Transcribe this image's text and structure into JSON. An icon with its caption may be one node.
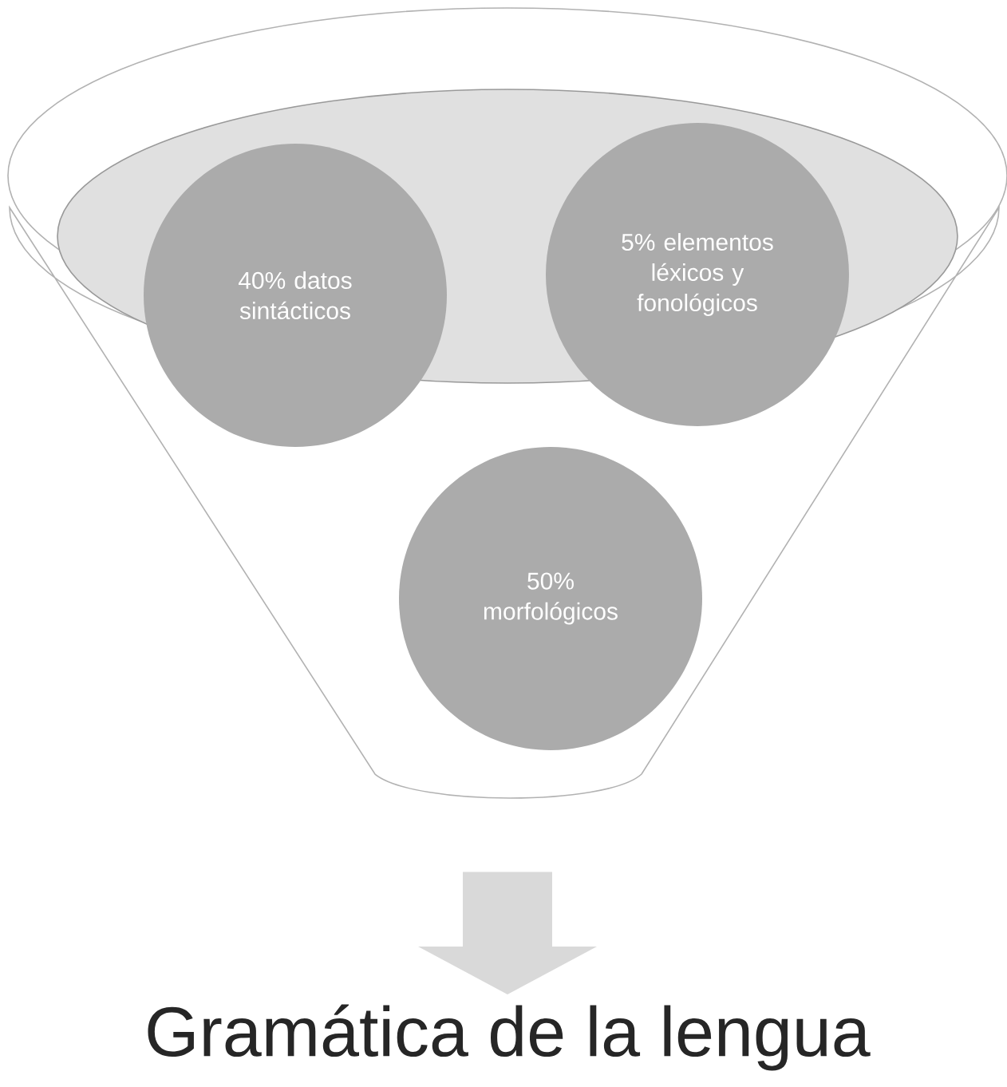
{
  "diagram": {
    "nodes": [
      {
        "text": [],
        "shape": "funnel"
      },
      {
        "text": [
          "40% datos sintácticos"
        ]
      },
      {
        "text": [
          "5% elementos léxicos y fonológicos"
        ]
      },
      {
        "text": [
          "50% morfológicos"
        ],
        "in": 0
      },
      {
        "text": [
          "Gramática de la lengua"
        ]
      }
    ],
    "edges": [
      {
        "from": 0,
        "to": 4,
        "arrow": "to"
      }
    ]
  }
}
